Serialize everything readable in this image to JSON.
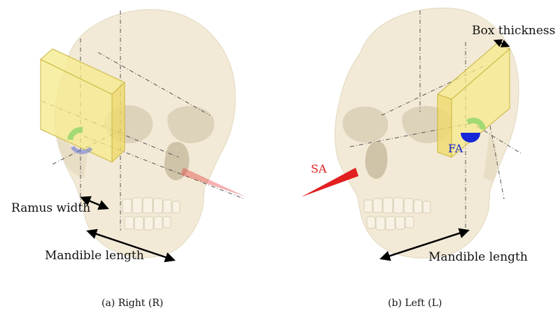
{
  "labels": {
    "ramus_width": "Ramus width",
    "mandible_length_right": "Mandible length",
    "mandible_length_left": "Mandible length",
    "box_thickness": "Box thickness",
    "sa": "SA",
    "fa": "FA"
  },
  "captions": {
    "right": "(a) Right (R)",
    "left": "(b) Left (L)"
  },
  "colors": {
    "skull": "#f2ead6",
    "skull_shade": "#ddd2ba",
    "box_fill": "#f6e98a",
    "box_edge": "#c9b640",
    "sa_wedge": "#e21f1f",
    "fa_arc": "#1626d9",
    "green_arc": "#8fd66a"
  }
}
